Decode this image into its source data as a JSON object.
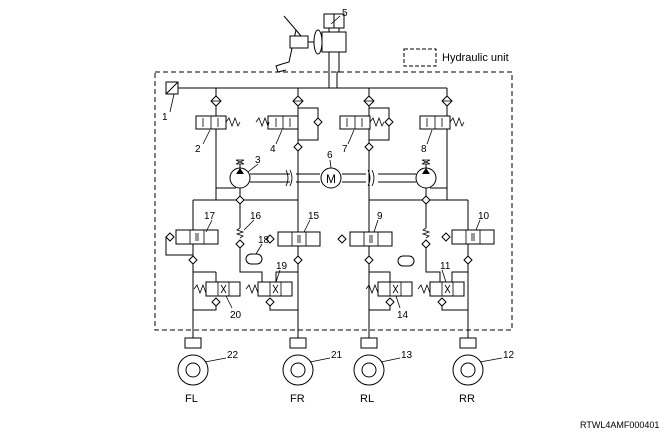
{
  "legend": {
    "label": "Hydraulic unit"
  },
  "footer": {
    "code": "RTWL4AMF000401"
  },
  "wheels": [
    {
      "label": "FL",
      "number": "22"
    },
    {
      "label": "FR",
      "number": "21"
    },
    {
      "label": "RL",
      "number": "13"
    },
    {
      "label": "RR",
      "number": "12"
    }
  ],
  "callouts": {
    "n1": "1",
    "n2": "2",
    "n3": "3",
    "n4": "4",
    "n5": "5",
    "n6": "6",
    "n7": "7",
    "n8": "8",
    "n9": "9",
    "n10": "10",
    "n11": "11",
    "n14": "14",
    "n15": "15",
    "n16": "16",
    "n17": "17",
    "n18": "18",
    "n19": "19",
    "n20": "20"
  },
  "motor": {
    "symbol": "M"
  }
}
